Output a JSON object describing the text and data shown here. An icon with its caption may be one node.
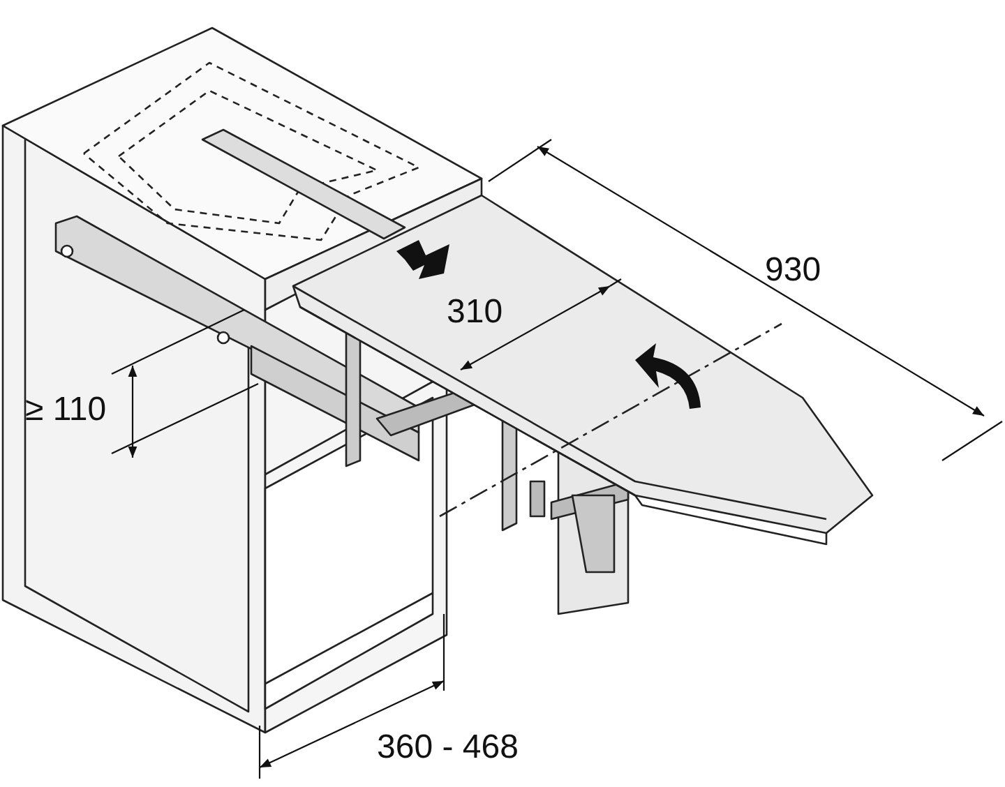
{
  "diagram": {
    "labels": [
      "930",
      "310",
      "≥ 110",
      "360 - 468"
    ]
  }
}
